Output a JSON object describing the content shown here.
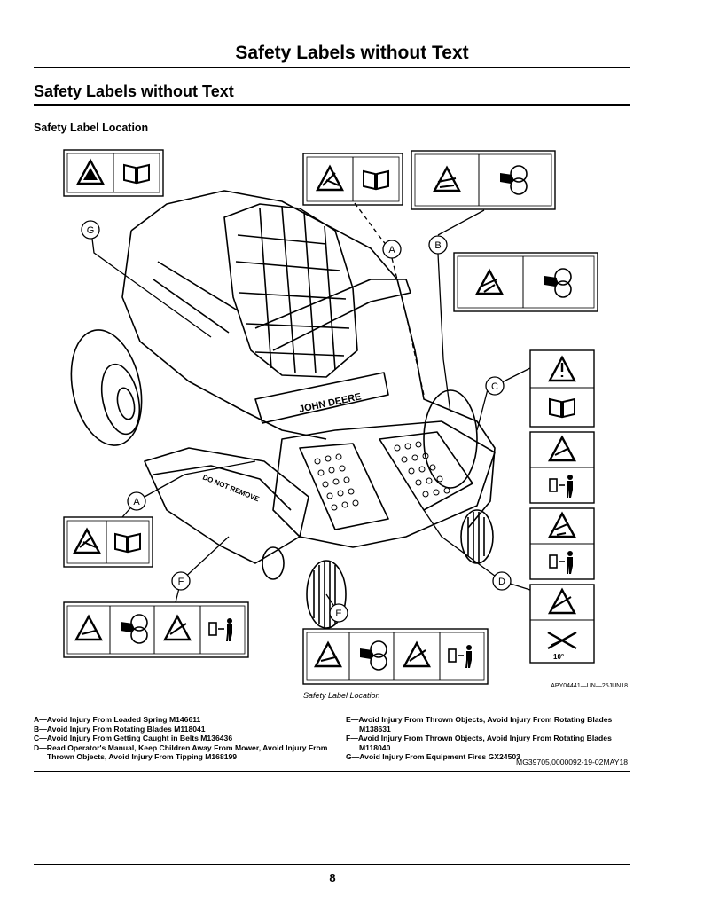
{
  "header": {
    "title": "Safety Labels without Text"
  },
  "section": {
    "title": "Safety Labels without Text"
  },
  "subsection": {
    "title": "Safety Label Location"
  },
  "figure": {
    "caption": "Safety Label Location",
    "figure_id": "APY04441—UN—25JUN18",
    "callouts": {
      "a": "A",
      "b": "B",
      "c": "C",
      "d": "D",
      "e": "E",
      "f": "F",
      "g": "G"
    },
    "brand_text": "JOHN DEERE",
    "deck_text": "DO NOT REMOVE",
    "tip_percent": "10°"
  },
  "legend": {
    "left": [
      "A—Avoid Injury From Loaded Spring M146611",
      "B—Avoid Injury From Rotating Blades M118041",
      "C—Avoid Injury From Getting Caught in Belts M136436",
      "D—Read Operator's Manual, Keep Children Away From Mower, Avoid Injury From",
      "Thrown Objects, Avoid Injury From Tipping M168199"
    ],
    "right": [
      "E—Avoid Injury From Thrown Objects, Avoid Injury From Rotating Blades",
      "M138631",
      "F—Avoid Injury From Thrown Objects, Avoid Injury From Rotating Blades",
      "M118040",
      "G—Avoid Injury From Equipment Fires GX24503"
    ]
  },
  "doc_id": "MG39705,0000092-19-02MAY18",
  "footer": {
    "page_number": "8"
  }
}
